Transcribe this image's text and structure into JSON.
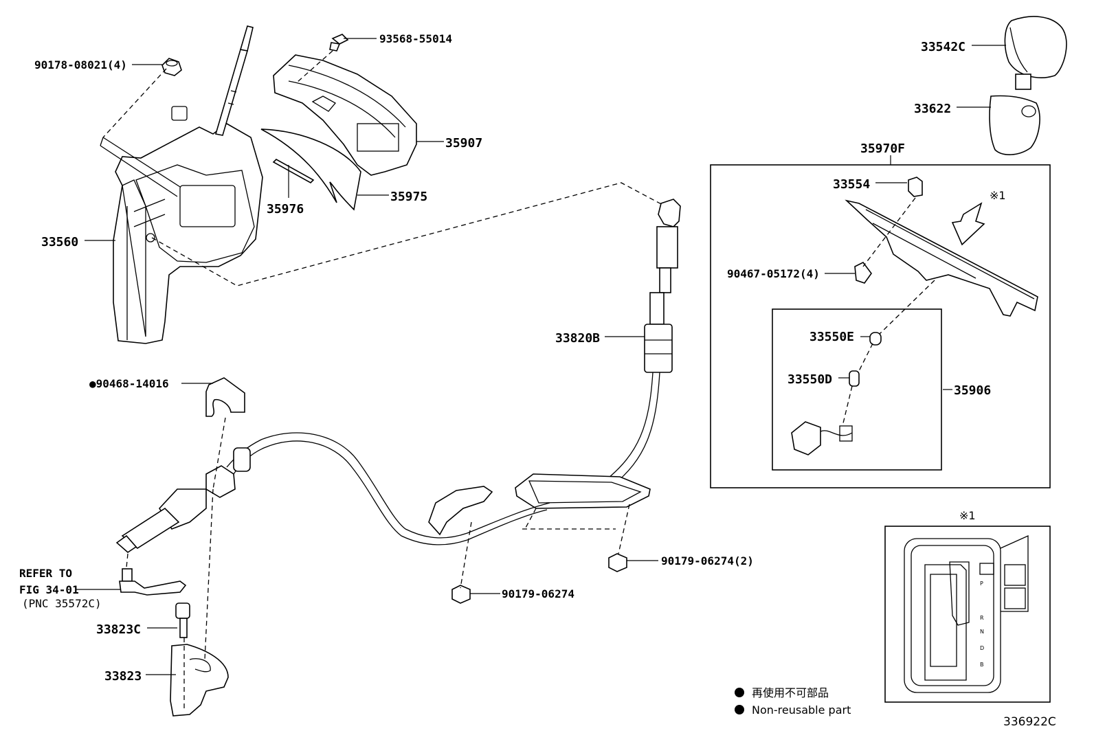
{
  "labels": {
    "p93568": "93568-55014",
    "p90178": "90178-08021(4)",
    "p35907": "35907",
    "p35975": "35975",
    "p35976": "35976",
    "p33560": "33560",
    "p33542C": "33542C",
    "p33622": "33622",
    "p35970F": "35970F",
    "p33554": "33554",
    "mark1": "※1",
    "p90467": "90467-05172(4)",
    "p33550E": "33550E",
    "p33550D": "33550D",
    "p35906": "35906",
    "p33820B": "33820B",
    "p90468": "●90468-14016",
    "p90179a": "90179-06274(2)",
    "p90179b": "90179-06274",
    "refer1": "REFER TO",
    "refer2": "FIG 34-01",
    "refer3": "(PNC 35572C)",
    "p33823C": "33823C",
    "p33823": "33823",
    "detail_mark": "※1"
  },
  "shift_gate": [
    "P",
    "R",
    "N",
    "D",
    "B"
  ],
  "legend": {
    "jp": "再使用不可部品",
    "en": "Non-reusable part"
  },
  "figure_code": "336922C"
}
